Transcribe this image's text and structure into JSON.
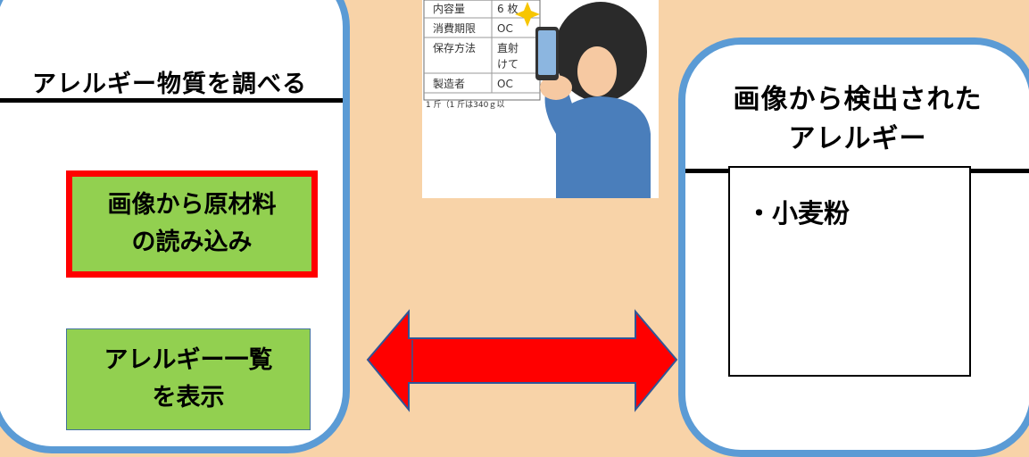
{
  "left_panel": {
    "title": "アレルギー物質を調べる",
    "read_button": "画像から原材料\nの読み込み",
    "list_button": "アレルギー一覧\nを表示"
  },
  "right_panel": {
    "title": "画像から検出された\nアレルギー",
    "results": [
      "・小麦粉"
    ]
  },
  "label_image": {
    "rows": [
      {
        "key": "内容量",
        "value": "6 枚"
      },
      {
        "key": "消費期限",
        "value": "OC"
      },
      {
        "key": "保存方法",
        "value": "直射"
      },
      {
        "key": "",
        "value": "けて"
      },
      {
        "key": "製造者",
        "value": "OC"
      }
    ],
    "footnote": "1 斤（1 斤は340ｇ以"
  },
  "colors": {
    "background": "#F8D3A8",
    "frame": "#5B9BD5",
    "button_fill": "#92D050",
    "highlight_border": "#FF0000",
    "arrow": "#FF0000"
  }
}
